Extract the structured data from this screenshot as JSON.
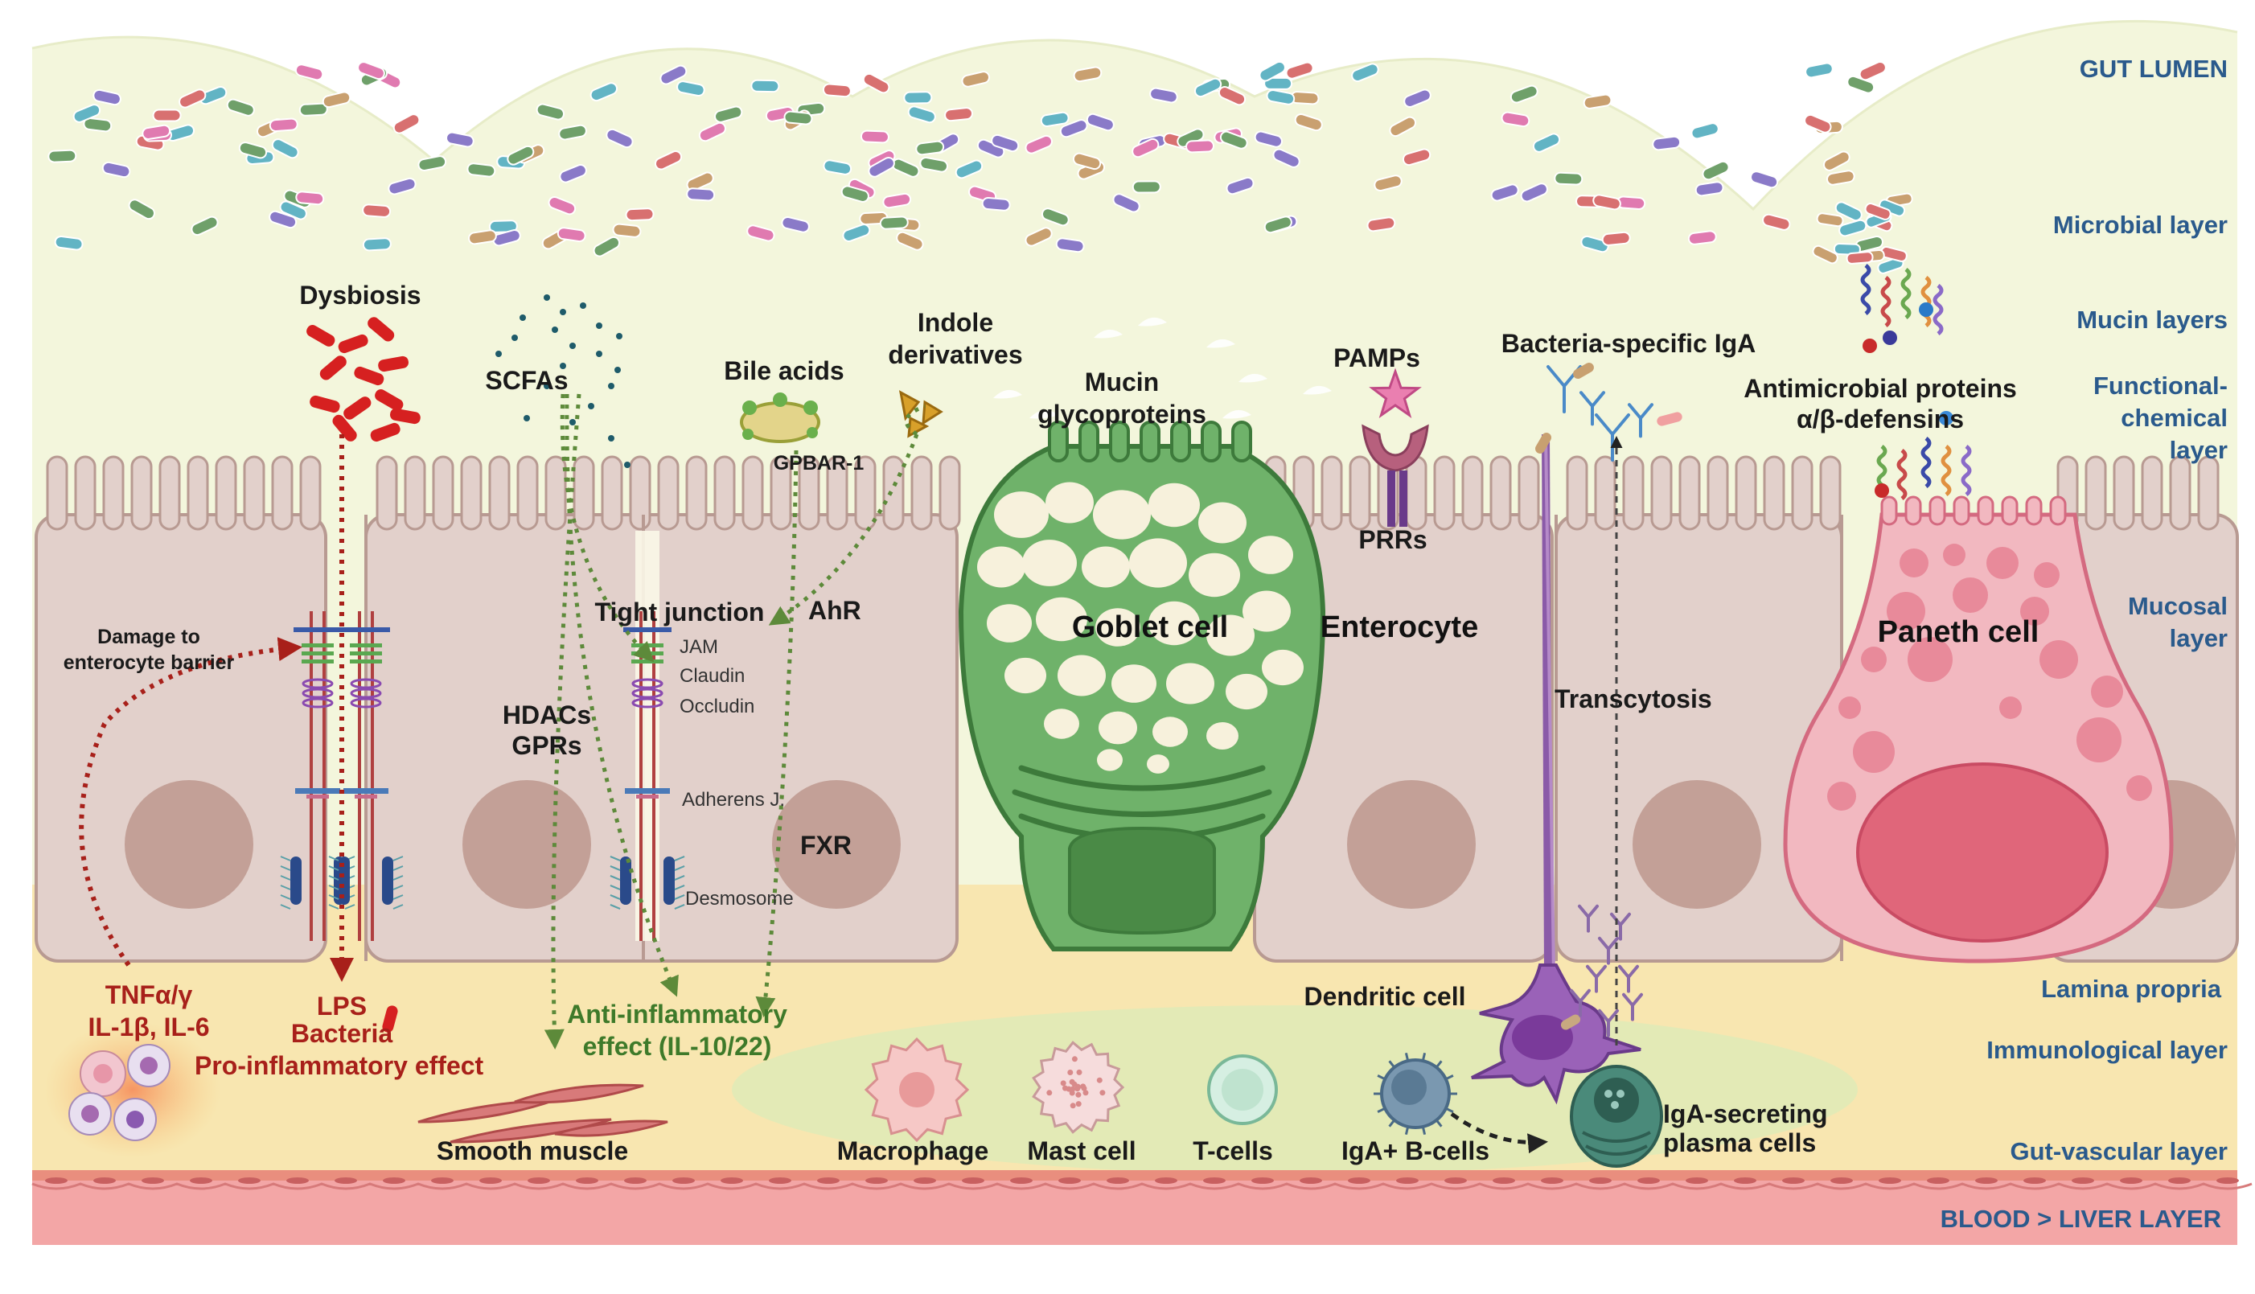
{
  "layers": {
    "gut_lumen": "GUT LUMEN",
    "microbial": "Microbial layer",
    "mucin_layers": "Mucin layers",
    "functional_l1": "Functional-",
    "functional_l2": "chemical",
    "functional_l3": "layer",
    "mucosal_l1": "Mucosal",
    "mucosal_l2": "layer",
    "lamina_propria": "Lamina propria",
    "immunological": "Immunological layer",
    "gut_vascular": "Gut-vascular layer",
    "blood_liver": "BLOOD > LIVER LAYER"
  },
  "labels": {
    "dysbiosis": "Dysbiosis",
    "scfas": "SCFAs",
    "bile_acids": "Bile acids",
    "gpbar": "GPBAR-1",
    "indole_l1": "Indole",
    "indole_l2": "derivatives",
    "mucin_l1": "Mucin",
    "mucin_l2": "glycoproteins",
    "pamps": "PAMPs",
    "prrs": "PRRs",
    "bact_iga": "Bacteria-specific IgA",
    "amp_l1": "Antimicrobial proteins",
    "amp_l2": "α/β-defensins",
    "damage_l1": "Damage to",
    "damage_l2": "enterocyte barrier",
    "tight_junction": "Tight junction",
    "jam": "JAM",
    "claudin": "Claudin",
    "occludin": "Occludin",
    "adherens": "Adherens J.",
    "desmosome": "Desmosome",
    "ahr": "AhR",
    "fxr": "FXR",
    "hdacs": "HDACs",
    "gprs": "GPRs",
    "goblet": "Goblet cell",
    "enterocyte": "Enterocyte",
    "transcytosis": "Transcytosis",
    "paneth": "Paneth cell",
    "tnf": "TNFα/γ",
    "il1": "IL-1β, IL-6",
    "lps": "LPS",
    "bacteria": "Bacteria",
    "pro_inflam": "Pro-inflammatory effect",
    "anti_l1": "Anti-inflammatory",
    "anti_l2": "effect (IL-10/22)",
    "dendritic": "Dendritic cell",
    "smooth_muscle": "Smooth muscle",
    "macrophage": "Macrophage",
    "mast_cell": "Mast cell",
    "t_cells": "T-cells",
    "iga_b": "IgA+ B-cells",
    "iga_sec_l1": "IgA-secreting",
    "iga_sec_l2": "plasma cells"
  },
  "colors": {
    "lumen": "#f3f6dc",
    "cell": "#e2d0cb",
    "nucleus": "#c3a097",
    "goblet": "#6fb26a",
    "paneth": "#f2b8c0",
    "lamina": "#f8e6b0",
    "blood": "#f3a6a6",
    "pro_red": "#a8201a",
    "anti_green": "#3e7a2a"
  }
}
